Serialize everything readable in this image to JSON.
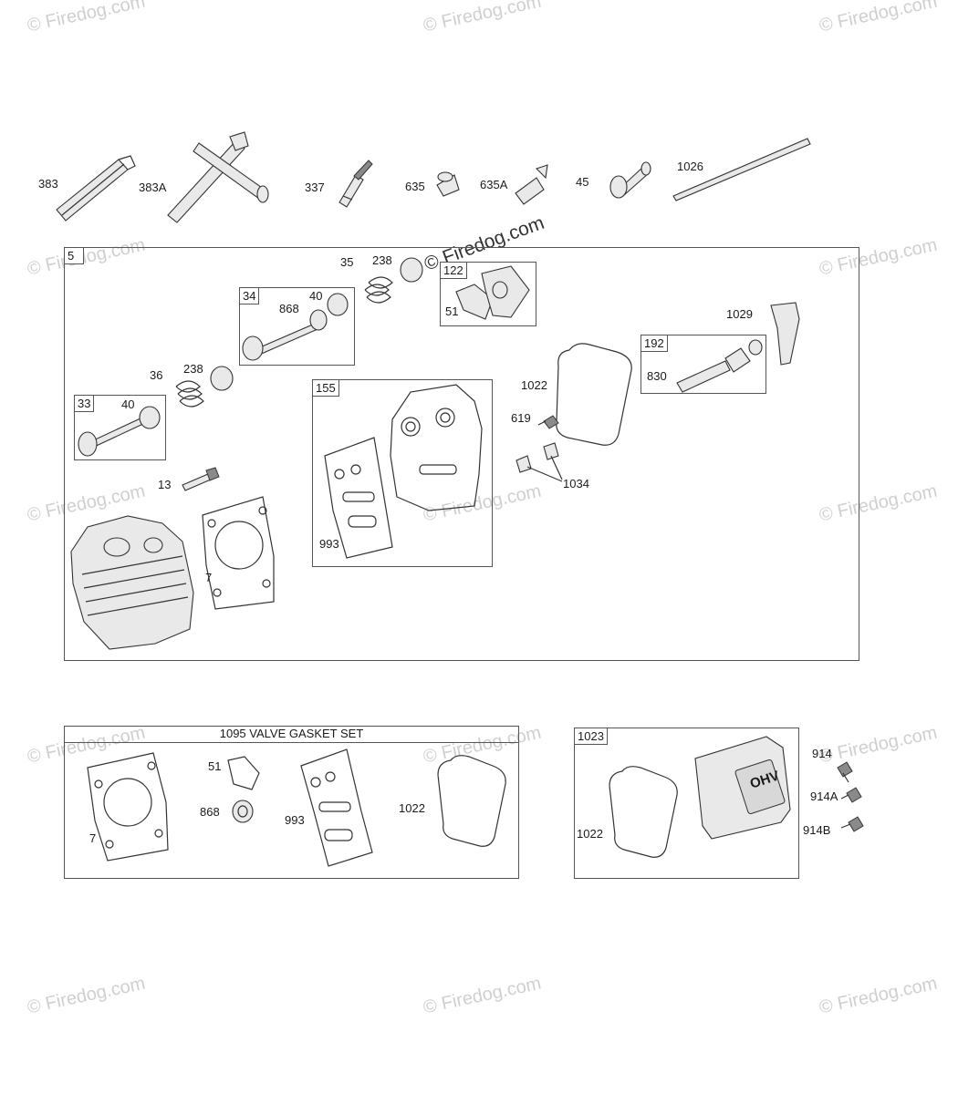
{
  "watermark": {
    "text": "© Firedog.com",
    "center_text": "© Firedog.com"
  },
  "groups": {
    "g5": "5",
    "g33": "33",
    "g34": "34",
    "g122": "122",
    "g155": "155",
    "g192": "192",
    "g1023": "1023"
  },
  "set_title": "1095 VALVE GASKET SET",
  "parts": {
    "p383": "383",
    "p383a": "383A",
    "p337": "337",
    "p635": "635",
    "p635a": "635A",
    "p45": "45",
    "p1026": "1026",
    "p35": "35",
    "p238a": "238",
    "p40a": "40",
    "p868a": "868",
    "p51a": "51",
    "p1029": "1029",
    "p36": "36",
    "p238b": "238",
    "p40b": "40",
    "p1022a": "1022",
    "p830": "830",
    "p619": "619",
    "p13": "13",
    "p1034": "1034",
    "p993a": "993",
    "p7a": "7",
    "p51b": "51",
    "p868b": "868",
    "p993b": "993",
    "p1022b": "1022",
    "p7b": "7",
    "p914": "914",
    "p914a": "914A",
    "p914b": "914B",
    "p1022c": "1022"
  },
  "cover_logo": "OHV"
}
